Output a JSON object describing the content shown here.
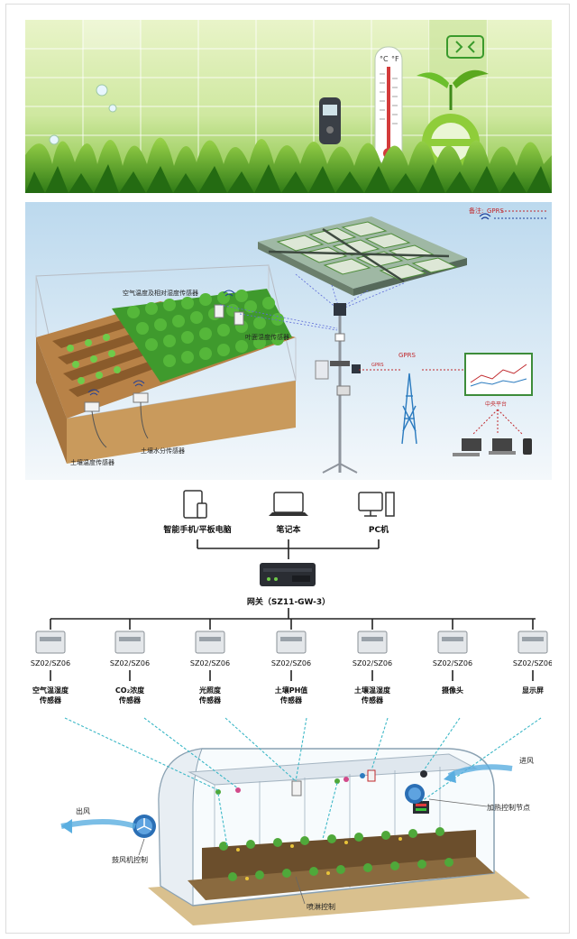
{
  "banner": {
    "thermometer_scale": [
      "°C",
      "°F"
    ]
  },
  "iot_scene": {
    "legend_label": "备注:",
    "legend_gprs": "GPRS",
    "air_sensor_label": "空气温度及相对湿度传感器",
    "leaf_sensor_label": "叶面温度传感器",
    "soil_moisture_label": "土壤水分传感器",
    "soil_temp_label": "土壤温度传感器",
    "gprs_label": "GPRS",
    "gprs_link_label": "GPRS",
    "platform_label": "中央平台"
  },
  "topology": {
    "clients": [
      {
        "icon": "tablet-phone-icon",
        "label": "智能手机/平板电脑"
      },
      {
        "icon": "laptop-icon",
        "label": "笔记本"
      },
      {
        "icon": "pc-icon",
        "label": "PC机"
      }
    ],
    "gateway_label": "网关（SZ11-GW-3）",
    "nodes": [
      {
        "model": "SZ02/SZ06",
        "label_1": "空气温湿度",
        "label_2": "传感器"
      },
      {
        "model": "SZ02/SZ06",
        "label_1": "CO₂浓度",
        "label_2": "传感器"
      },
      {
        "model": "SZ02/SZ06",
        "label_1": "光照度",
        "label_2": "传感器"
      },
      {
        "model": "SZ02/SZ06",
        "label_1": "土壤PH值",
        "label_2": "传感器"
      },
      {
        "model": "SZ02/SZ06",
        "label_1": "土壤温湿度",
        "label_2": "传感器"
      },
      {
        "model": "SZ02/SZ06",
        "label_1": "摄像头",
        "label_2": ""
      },
      {
        "model": "SZ02/SZ06",
        "label_1": "显示屏",
        "label_2": ""
      }
    ],
    "greenhouse": {
      "air_in": "进风",
      "air_out": "出风",
      "heating": "加热控制节点",
      "fan": "鼓风机控制",
      "spray": "喷淋控制"
    }
  }
}
